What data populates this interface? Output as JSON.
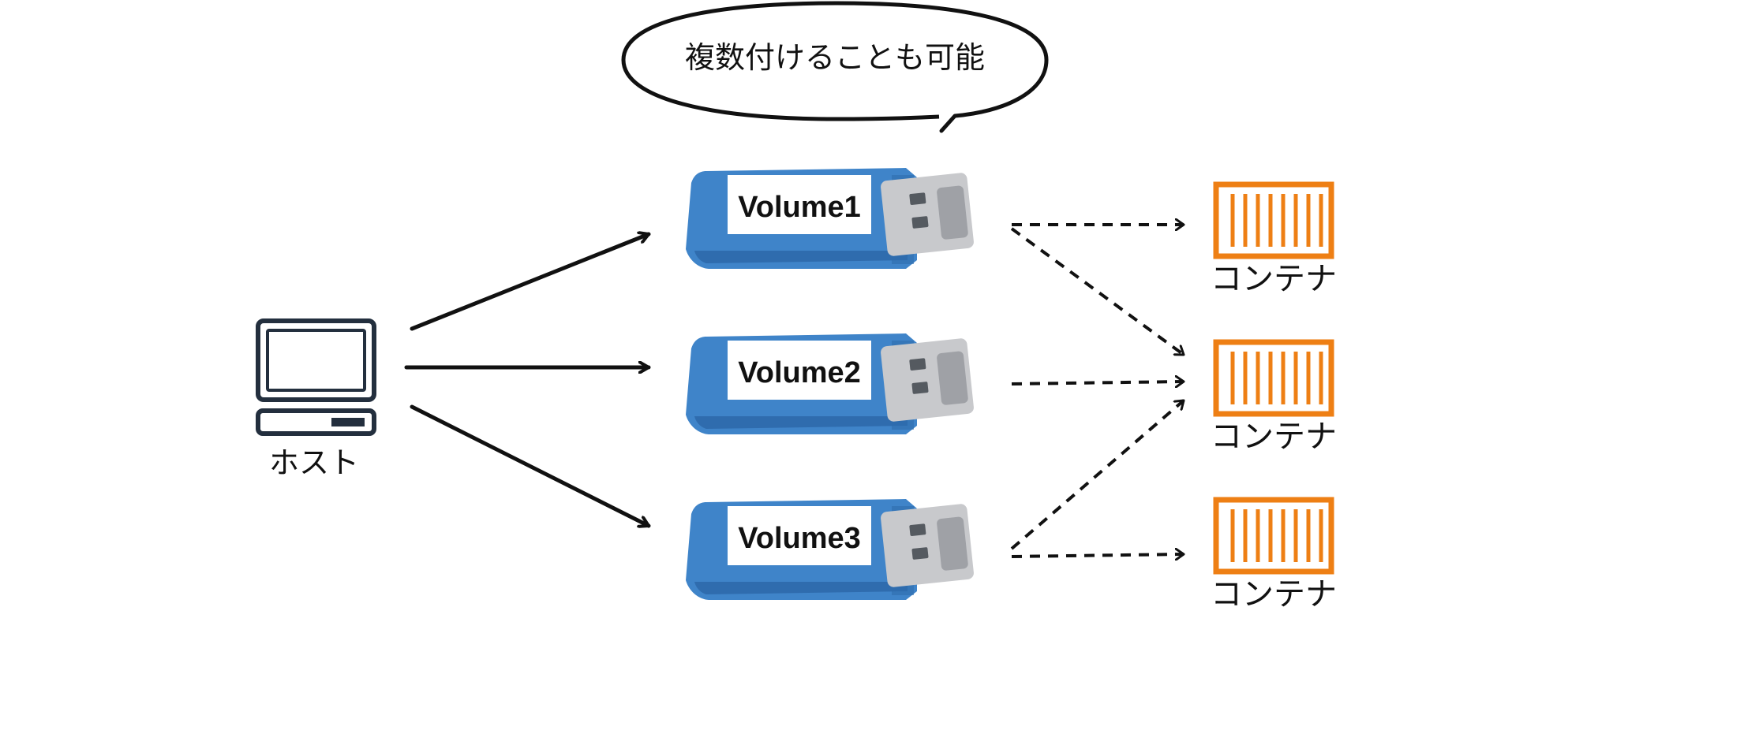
{
  "callout": {
    "text": "複数付けることも可能"
  },
  "host": {
    "label": "ホスト",
    "icon": "desktop-computer-icon"
  },
  "volumes": [
    {
      "label": "Volume1",
      "icon": "usb-drive-icon"
    },
    {
      "label": "Volume2",
      "icon": "usb-drive-icon"
    },
    {
      "label": "Volume3",
      "icon": "usb-drive-icon"
    }
  ],
  "containers": [
    {
      "label": "コンテナ",
      "icon": "container-icon"
    },
    {
      "label": "コンテナ",
      "icon": "container-icon"
    },
    {
      "label": "コンテナ",
      "icon": "container-icon"
    }
  ],
  "mounts": [
    {
      "from": "Volume1",
      "to": "container-1"
    },
    {
      "from": "Volume1",
      "to": "container-2"
    },
    {
      "from": "Volume2",
      "to": "container-2"
    },
    {
      "from": "Volume3",
      "to": "container-2"
    },
    {
      "from": "Volume3",
      "to": "container-3"
    }
  ],
  "colors": {
    "usb_body": "#3f84c9",
    "usb_body_dark": "#2f6cae",
    "usb_connector": "#c8c9cc",
    "container": "#ee7f14",
    "host_icon": "#232f3e",
    "line": "#111111"
  }
}
